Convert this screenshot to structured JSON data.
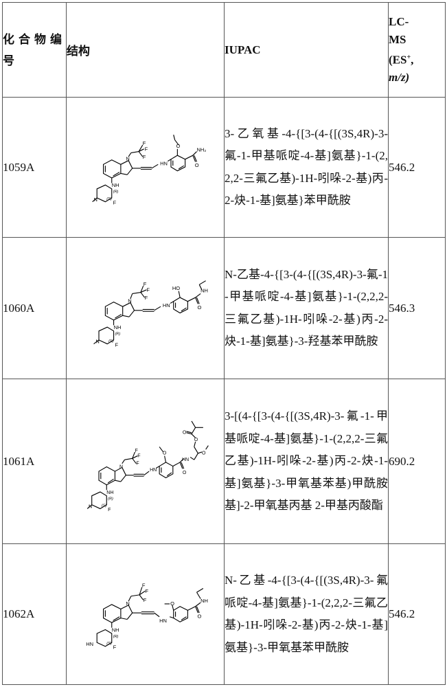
{
  "table": {
    "headers": {
      "compound_id": "化合物编号",
      "structure": "结构",
      "iupac": "IUPAC",
      "lcms_line1": "LC-",
      "lcms_line2": "MS",
      "lcms_line3_base": "(ES",
      "lcms_line3_sup": "+",
      "lcms_line3_end": ",",
      "lcms_line4": "m/z)"
    },
    "rows": [
      {
        "compound_id": "1059A",
        "structure_icon": "chemical-structure-1059A",
        "structure_labels": {
          "amide": "NH₂",
          "carbonyl_o": "O",
          "ether_o": "O",
          "amine": "HN",
          "indole_n": "N",
          "cf3": [
            "F",
            "F",
            "F"
          ],
          "nh": "NH",
          "pip_n": "N",
          "r": "(R)",
          "s": "(S)",
          "f": "F"
        },
        "iupac": "3-乙氧基-4-{[3-(4-{[(3S,4R)-3-氟-1-甲基哌啶-4-基]氨基}-1-(2,2,2-三氟乙基)-1H-吲哚-2-基)丙-2-炔-1-基]氨基}苯甲酰胺",
        "lcms": "546.2"
      },
      {
        "compound_id": "1060A",
        "structure_icon": "chemical-structure-1060A",
        "structure_labels": {
          "amide": "NH",
          "carbonyl_o": "O",
          "ether_o": "HO",
          "amine": "HN",
          "indole_n": "N",
          "cf3": [
            "F",
            "F",
            "F"
          ],
          "nh": "NH",
          "pip_n": "N",
          "r": "(R)",
          "s": "(S)",
          "f": "F"
        },
        "iupac": "N-乙基-4-{[3-(4-{[(3S,4R)-3-氟-1-甲基哌啶-4-基]氨基}-1-(2,2,2-三氟乙基)-1H-吲哚-2-基)丙-2-炔-1-基]氨基}-3-羟基苯甲酰胺",
        "lcms": "546.3"
      },
      {
        "compound_id": "1061A",
        "structure_icon": "chemical-structure-1061A",
        "structure_labels": {
          "amide": "HN",
          "carbonyl_o": "O",
          "ether_o": "O",
          "amine": "HN",
          "indole_n": "N",
          "cf3": [
            "F",
            "F",
            "F"
          ],
          "nh": "NH",
          "pip_n": "N",
          "r": "(R)",
          "s": "(S)",
          "f": "F",
          "ester_o": "O",
          "ester_co": "O",
          "methoxy_o": "O"
        },
        "iupac": "3-[(4-{[3-(4-{[(3S,4R)-3-氟-1-甲基哌啶-4-基]氨基}-1-(2,2,2-三氟乙基)-1H-吲哚-2-基)丙-2-炔-1-基]氨基}-3-甲氧基苯基)甲酰胺基]-2-甲氧基丙基 2-甲基丙酸酯",
        "lcms": "690.2"
      },
      {
        "compound_id": "1062A",
        "structure_icon": "chemical-structure-1062A",
        "structure_labels": {
          "amide": "NH",
          "carbonyl_o": "O",
          "ether_o": "O",
          "amine": "HN",
          "indole_n": "N",
          "cf3": [
            "F",
            "F",
            "F"
          ],
          "nh": "NH",
          "pip_n": "HN",
          "r": "(R)",
          "s": "(S)",
          "f": "F"
        },
        "iupac": "N-乙基-4-{[3-(4-{[(3S,4R)-3-氟哌啶-4-基]氨基}-1-(2,2,2-三氟乙基)-1H-吲哚-2-基)丙-2-炔-1-基]氨基}-3-甲氧基苯甲酰胺",
        "lcms": "546.2"
      }
    ]
  }
}
